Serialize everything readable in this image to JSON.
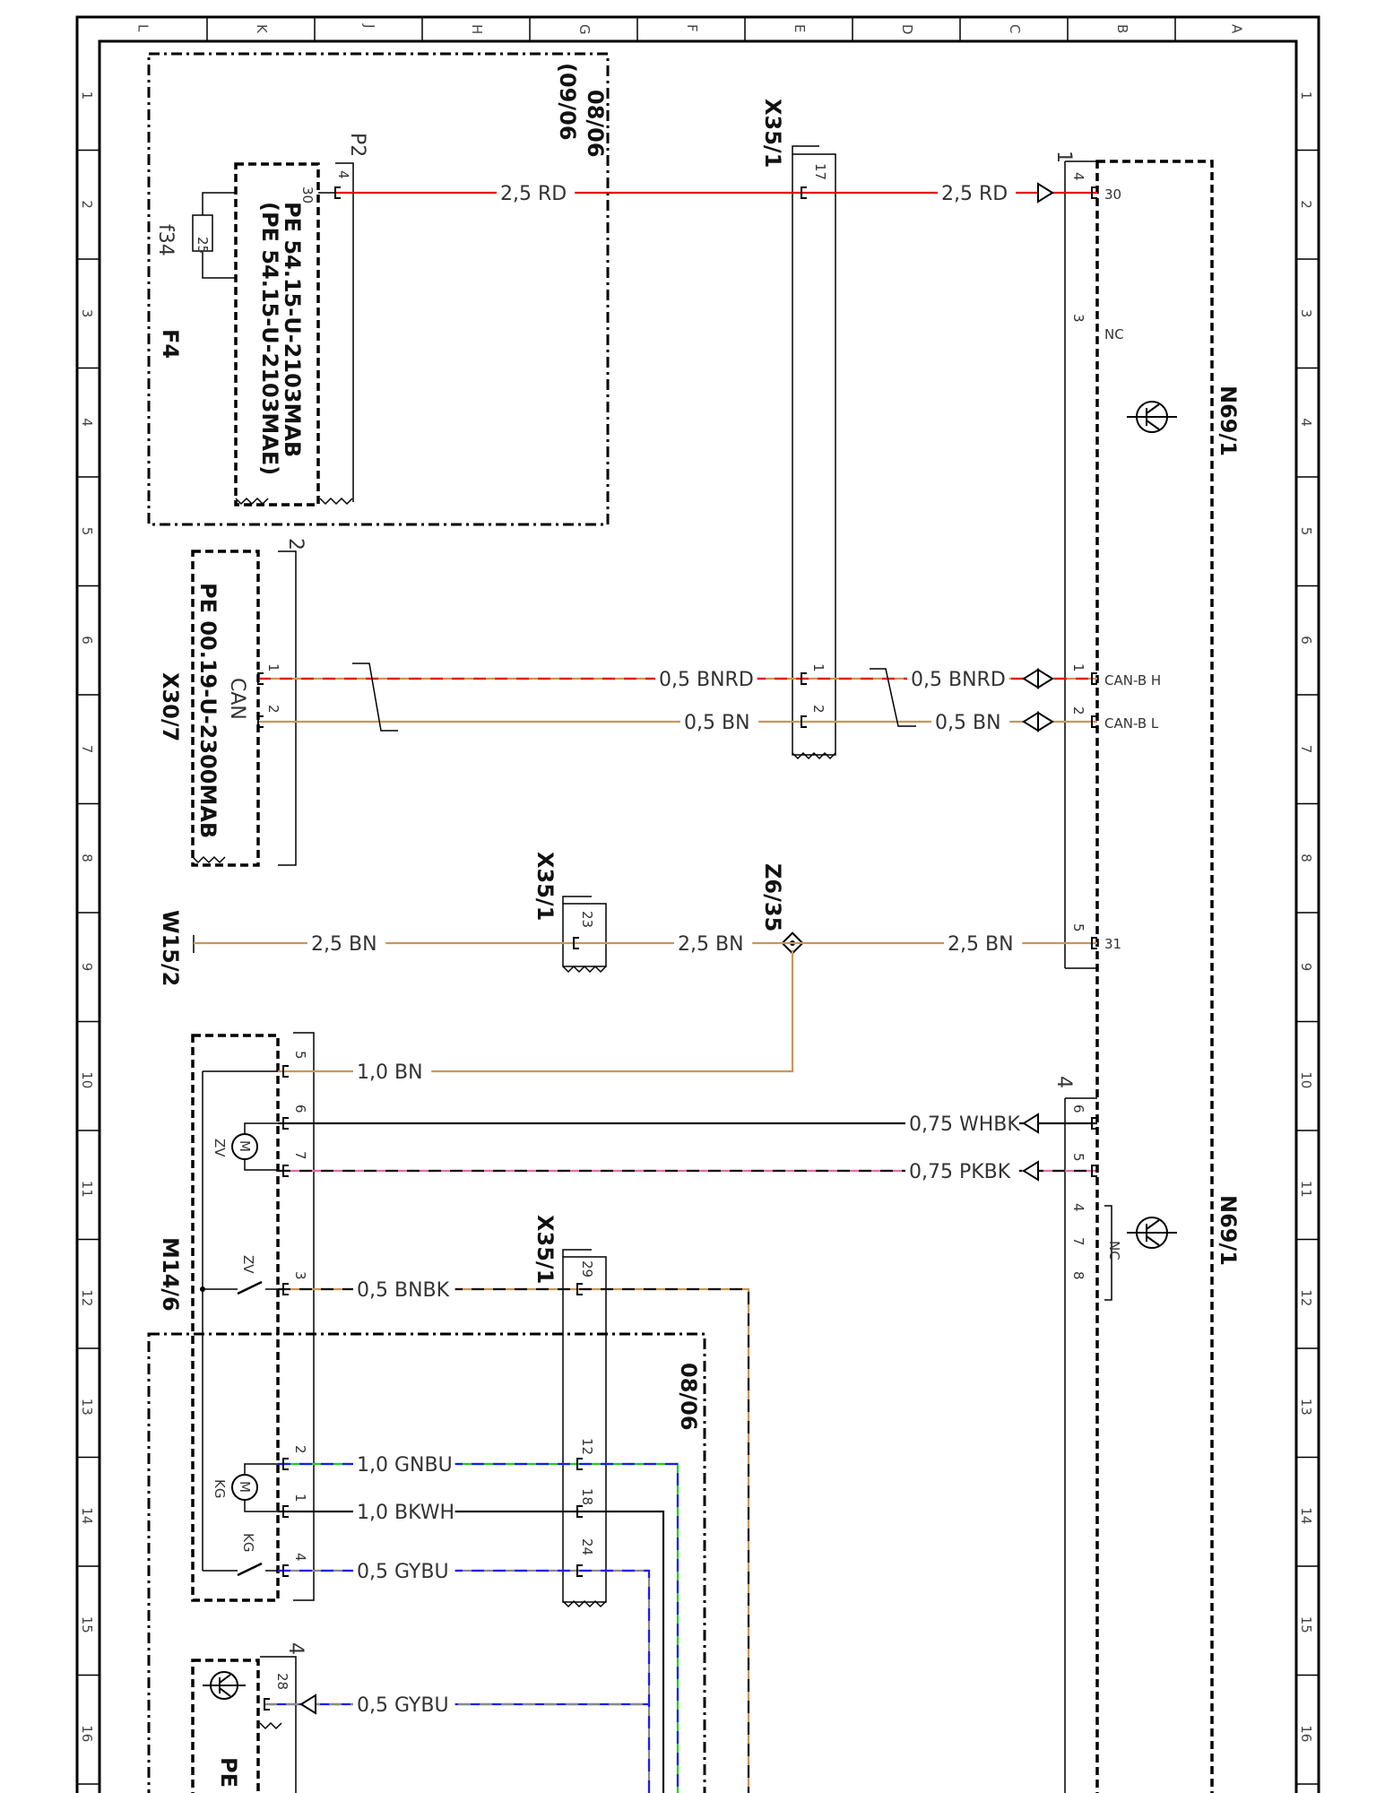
{
  "grid": {
    "columns": [
      "L",
      "K",
      "J",
      "H",
      "G",
      "F",
      "E",
      "D",
      "C",
      "B",
      "A"
    ],
    "rows": [
      "1",
      "2",
      "3",
      "4",
      "5",
      "6",
      "7",
      "8",
      "9",
      "10",
      "11",
      "12",
      "13",
      "14",
      "15",
      "16"
    ]
  },
  "colors": {
    "RD": "#e8000e",
    "BN": "#c8965a",
    "BK": "#111111",
    "WH": "#ffffff",
    "PK": "#e86aa8",
    "GN": "#22cc22",
    "BU": "#1a1aff",
    "GY": "#8a8a8a"
  },
  "components": {
    "f4": {
      "name": "F4",
      "fuse_ref": "f34",
      "fuse_value": "25",
      "connector": "P2",
      "pin_30": "30",
      "pin_4": "4",
      "note1": "PE 54.15-U-2103MAB",
      "note2": "(PE 54.15-U-2103MAE)",
      "validity1": "08/06",
      "validity2": "(09/06"
    },
    "x35_1": {
      "name": "X35/1",
      "pin_17": "17",
      "pin_1": "1",
      "pin_2": "2",
      "pin_23": "23",
      "pin_29": "29",
      "pin_12": "12",
      "pin_18": "18",
      "pin_24": "24"
    },
    "n69_1": {
      "name": "N69/1",
      "conn1": "1",
      "pin4": "4",
      "pin30": "30",
      "pin3": "3",
      "nc": "NC",
      "pin1": "1",
      "canh": "CAN-B H",
      "pin2": "2",
      "canl": "CAN-B L",
      "pin5": "5",
      "pin31": "31",
      "conn4": "4",
      "p6": "6",
      "p5": "5",
      "p4": "4",
      "p7": "7",
      "p8": "8",
      "nc2": "NC"
    },
    "x30_7": {
      "name": "X30/7",
      "can": "CAN",
      "pin1": "1",
      "pin2": "2",
      "conn": "2",
      "note": "PE 00.19-U-2300MAB"
    },
    "z6_35": {
      "name": "Z6/35"
    },
    "w15_2": {
      "name": "W15/2"
    },
    "m14_6": {
      "name": "M14/6",
      "zv": "ZV",
      "kg": "KG",
      "motor": "M",
      "p5": "5",
      "p6": "6",
      "p7": "7",
      "p3": "3",
      "p2": "2",
      "p1": "1",
      "p4": "4"
    },
    "lower": {
      "validity": "08/06",
      "conn": "4",
      "pin28": "28",
      "note": "PE"
    }
  },
  "wires": {
    "w_rd_left": "2,5 RD",
    "w_rd_right": "2,5 RD",
    "w_bnrd_left": "0,5 BNRD",
    "w_bnrd_right": "0,5 BNRD",
    "w_bn_left": "0,5 BN",
    "w_bn_right": "0,5 BN",
    "w_gnd_left": "2,5 BN",
    "w_gnd_mid": "2,5 BN",
    "w_gnd_right": "2,5 BN",
    "w_m5": "1,0 BN",
    "w_whbk": "0,75 WHBK",
    "w_pkbk": "0,75 PKBK",
    "w_bnbk": "0,5 BNBK",
    "w_gnbu": "1,0 GNBU",
    "w_bkwh": "1,0 BKWH",
    "w_gybu": "0,5 GYBU",
    "w_gybu2": "0,5 GYBU"
  }
}
